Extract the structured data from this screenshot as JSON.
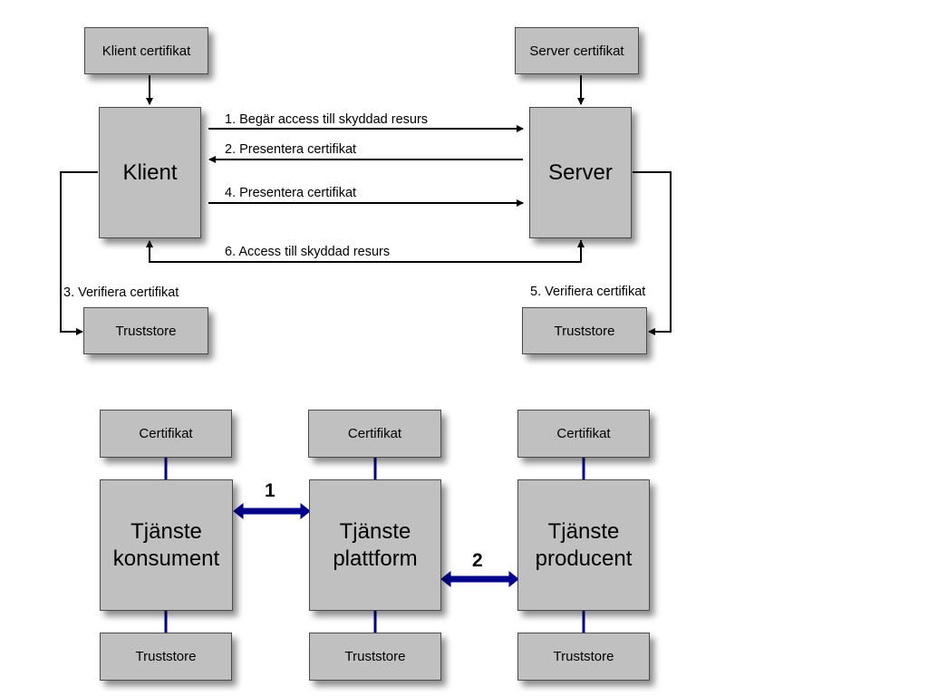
{
  "top": {
    "client_cert": "Klient certifikat",
    "server_cert": "Server certifikat",
    "client": "Klient",
    "server": "Server",
    "client_truststore": "Truststore",
    "server_truststore": "Truststore",
    "step1": "1. Begär access till skyddad resurs",
    "step2": "2. Presentera certifikat",
    "step3": "3. Verifiera certifikat",
    "step4": "4. Presentera certifikat",
    "step5": "5. Verifiera certifikat",
    "step6": "6. Access till skyddad resurs"
  },
  "bottom": {
    "consumer_cert": "Certifikat",
    "platform_cert": "Certifikat",
    "producer_cert": "Certifikat",
    "consumer_line1": "Tjänste",
    "consumer_line2": "konsument",
    "platform_line1": "Tjänste",
    "platform_line2": "plattform",
    "producer_line1": "Tjänste",
    "producer_line2": "producent",
    "consumer_truststore": "Truststore",
    "platform_truststore": "Truststore",
    "producer_truststore": "Truststore",
    "link1": "1",
    "link2": "2"
  },
  "colors": {
    "box_fill": "#c0c0c0",
    "connector_top": "#000000",
    "connector_bottom": "#00008b"
  }
}
